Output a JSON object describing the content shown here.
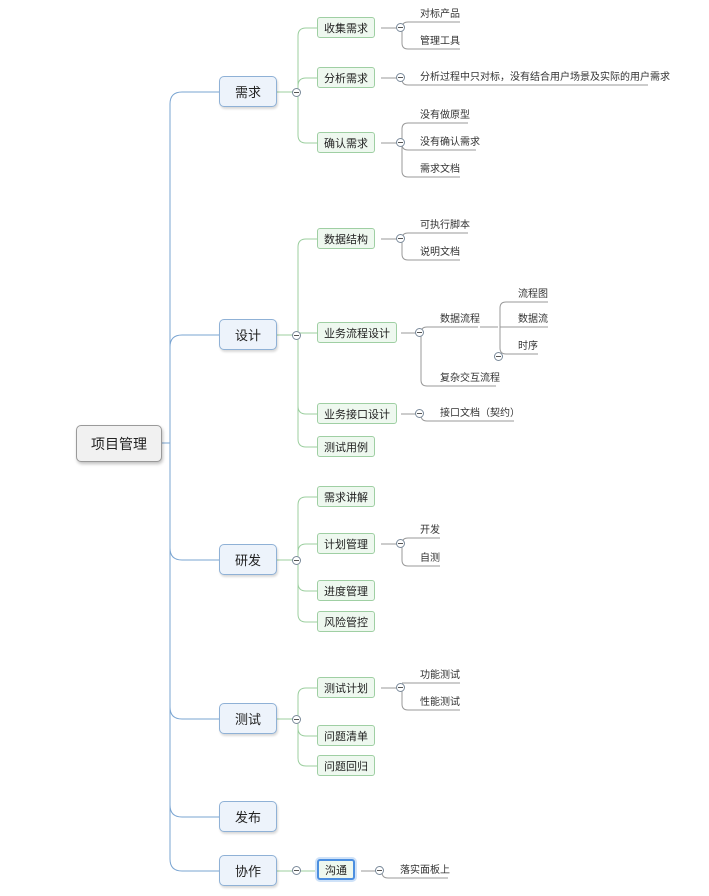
{
  "root": {
    "label": "项目管理"
  },
  "collapse_symbol": "minus-circle-icon",
  "branches": [
    {
      "label": "需求",
      "children": [
        {
          "label": "收集需求",
          "leaves": [
            "对标产品",
            "管理工具"
          ]
        },
        {
          "label": "分析需求",
          "leaves": [
            "分析过程中只对标，没有结合用户场景及实际的用户需求"
          ]
        },
        {
          "label": "确认需求",
          "leaves": [
            "没有做原型",
            "没有确认需求",
            "需求文档"
          ]
        }
      ]
    },
    {
      "label": "设计",
      "children": [
        {
          "label": "数据结构",
          "leaves": [
            "可执行脚本",
            "说明文档"
          ]
        },
        {
          "label": "业务流程设计",
          "subgroups": [
            {
              "label": "数据流程",
              "leaves": [
                "流程图",
                "数据流",
                "时序"
              ]
            },
            {
              "label": "复杂交互流程"
            }
          ]
        },
        {
          "label": "业务接口设计",
          "leaves": [
            "接口文档（契约）"
          ]
        },
        {
          "label": "测试用例"
        }
      ]
    },
    {
      "label": "研发",
      "children": [
        {
          "label": "需求讲解"
        },
        {
          "label": "计划管理",
          "leaves": [
            "开发",
            "自测"
          ]
        },
        {
          "label": "进度管理"
        },
        {
          "label": "风险管控"
        }
      ]
    },
    {
      "label": "测试",
      "children": [
        {
          "label": "测试计划",
          "leaves": [
            "功能测试",
            "性能测试"
          ]
        },
        {
          "label": "问题清单"
        },
        {
          "label": "问题回归"
        }
      ]
    },
    {
      "label": "发布"
    },
    {
      "label": "协作",
      "children": [
        {
          "label": "沟通",
          "selected": true,
          "leaves": [
            "落实面板上"
          ]
        }
      ]
    }
  ]
}
